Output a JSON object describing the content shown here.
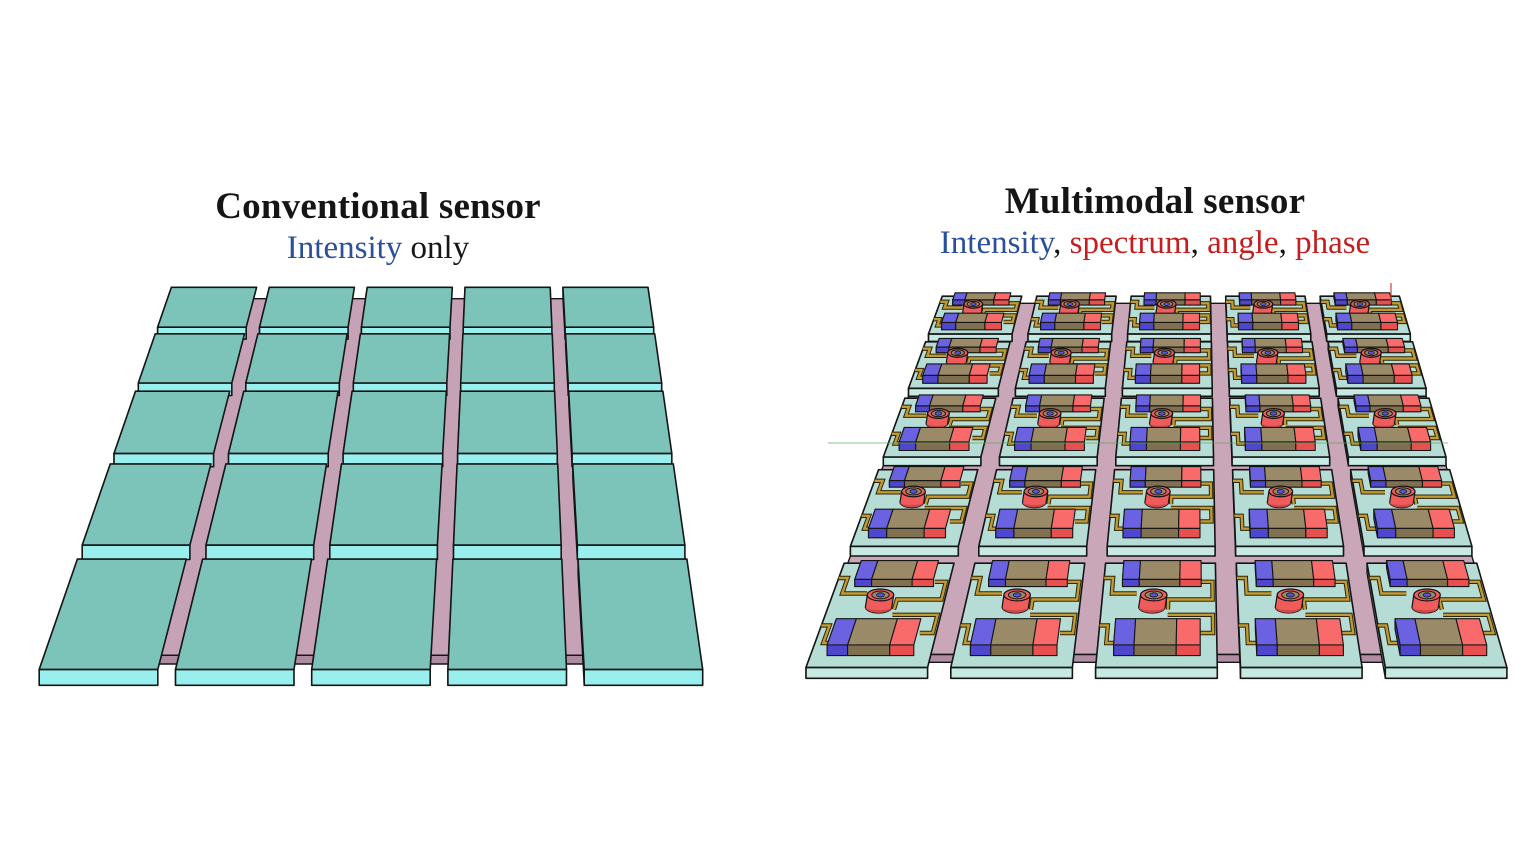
{
  "page": {
    "background": "#ffffff"
  },
  "panels": {
    "conventional": {
      "title": "Conventional sensor",
      "subtitle_parts": [
        {
          "text": "Intensity",
          "color": "#2a4f9c"
        },
        {
          "text": " only",
          "color": "#151515"
        }
      ]
    },
    "multimodal": {
      "title": "Multimodal sensor",
      "subtitle_parts": [
        {
          "text": "Intensity",
          "color": "#2a4f9c"
        },
        {
          "text": ", ",
          "color": "#151515"
        },
        {
          "text": "spectrum",
          "color": "#c41e1e"
        },
        {
          "text": ", ",
          "color": "#151515"
        },
        {
          "text": "angle",
          "color": "#c41e1e"
        },
        {
          "text": ", ",
          "color": "#151515"
        },
        {
          "text": "phase",
          "color": "#c41e1e"
        }
      ]
    }
  },
  "scene": {
    "conventional_grid": {
      "rows": 5,
      "cols": 5,
      "gap_fraction": 0.13,
      "colors": {
        "tile_top": "#7cc4ba",
        "tile_front": "#99eeee",
        "tile_side": "#2d6b60",
        "base": "#c6a2b6",
        "base_front": "#ad8ba0",
        "outline": "#151515"
      }
    },
    "multimodal_grid": {
      "rows": 5,
      "cols": 5,
      "gap_fraction": 0.16,
      "colors": {
        "tile_top": "#b5dcd5",
        "tile_front": "#c6e9e2",
        "tile_side": "#7fa9a2",
        "base": "#c9a6b8",
        "base_front": "#b08da2",
        "outline": "#151515"
      },
      "components": {
        "gold": "#c09a35",
        "gold_outline": "#2e2407",
        "bar_body_top": "#9b8a67",
        "bar_body_front": "#80704f",
        "blue_top": "#6a62e0",
        "blue_front": "#4e46cc",
        "blue_side": "#3a35b5",
        "red_top": "#f96a6a",
        "red_front": "#e84f4f",
        "red_side": "#d04343",
        "cyl_body": "#f05c5c",
        "cyl_shade": "#c94747",
        "cyl_ring": "#9b8a67",
        "cyl_center": "#5a52d8"
      }
    },
    "axis_marks": {
      "green_line_color": "#59a659",
      "red_mark_color": "#cc3333"
    }
  }
}
